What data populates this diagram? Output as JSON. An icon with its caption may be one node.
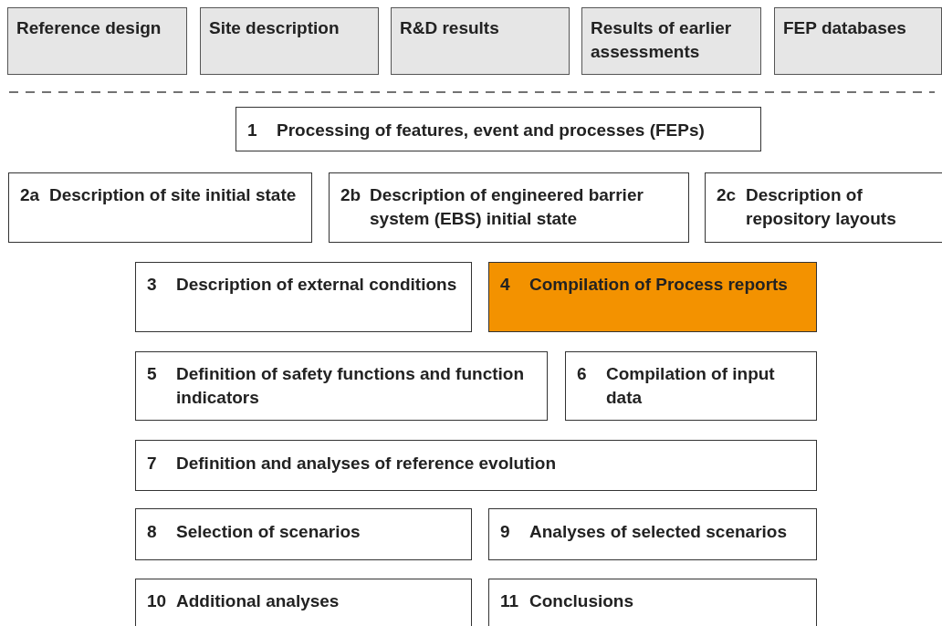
{
  "diagram": {
    "nodes": [
      {
        "text": [
          "Reference design"
        ]
      },
      {
        "text": [
          "Site description"
        ]
      },
      {
        "text": [
          "R&D results"
        ]
      },
      {
        "text": [
          "Results of earlier assessments"
        ]
      },
      {
        "text": [
          "FEP databases"
        ]
      },
      {
        "text": [
          "1",
          "Processing of features, event and processes (FEPs)"
        ]
      },
      {
        "text": [
          "2a",
          "Description of site initial state"
        ]
      },
      {
        "text": [
          "2b",
          "Description of engineered barrier system (EBS) initial state"
        ]
      },
      {
        "text": [
          "2c",
          "Description of repository layouts"
        ]
      },
      {
        "text": [
          "3",
          "Description of external conditions"
        ]
      },
      {
        "text": [
          "4",
          "Compilation of Process reports"
        ]
      },
      {
        "text": [
          "5",
          "Definition of safety functions and function indicators"
        ]
      },
      {
        "text": [
          "6",
          "Compilation of input data"
        ]
      },
      {
        "text": [
          "7",
          "Definition and analyses of reference evolution"
        ]
      },
      {
        "text": [
          "8",
          "Selection of scenarios"
        ]
      },
      {
        "text": [
          "9",
          "Analyses of selected scenarios"
        ]
      },
      {
        "text": [
          "10",
          "Additional analyses"
        ]
      },
      {
        "text": [
          "11",
          "Conclusions"
        ]
      }
    ],
    "edges": []
  }
}
